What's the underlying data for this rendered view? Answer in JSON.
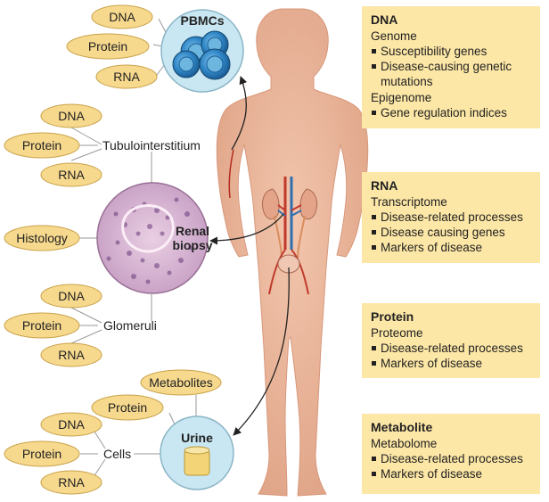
{
  "pbmcs": {
    "label": "PBMCs",
    "nodes": [
      "DNA",
      "Protein",
      "RNA"
    ]
  },
  "tubulointerstitium": {
    "label": "Tubulointerstitium",
    "nodes": [
      "DNA",
      "Protein",
      "RNA"
    ]
  },
  "biopsy": {
    "label_line1": "Renal",
    "label_line2": "biopsy",
    "histology": "Histology"
  },
  "glomeruli": {
    "label": "Glomeruli",
    "nodes": [
      "DNA",
      "Protein",
      "RNA"
    ]
  },
  "urine": {
    "label": "Urine",
    "metabolites": "Metabolites",
    "protein": "Protein",
    "cells": "Cells",
    "cell_nodes": [
      "DNA",
      "Protein",
      "RNA"
    ]
  },
  "panels": {
    "dna": {
      "title": "DNA",
      "groups": [
        {
          "sub": "Genome",
          "items": [
            "Susceptibility genes",
            "Disease-causing genetic mutations"
          ]
        },
        {
          "sub": "Epigenome",
          "items": [
            "Gene regulation indices"
          ]
        }
      ]
    },
    "rna": {
      "title": "RNA",
      "groups": [
        {
          "sub": "Transcriptome",
          "items": [
            "Disease-related processes",
            "Disease causing genes",
            "Markers of disease"
          ]
        }
      ]
    },
    "protein": {
      "title": "Protein",
      "groups": [
        {
          "sub": "Proteome",
          "items": [
            "Disease-related processes",
            "Markers of disease"
          ]
        }
      ]
    },
    "metabolite": {
      "title": "Metabolite",
      "groups": [
        {
          "sub": "Metabolome",
          "items": [
            "Disease-related processes",
            "Markers of disease"
          ]
        }
      ]
    }
  },
  "colors": {
    "panel_bg": "#fde7a6",
    "oval_fill": "#f7d98e",
    "oval_stroke": "#c9a24a",
    "body_fill": "#eab69c",
    "circle_fill": "#c9e7f2",
    "cell_blue": "#2a78b8"
  }
}
